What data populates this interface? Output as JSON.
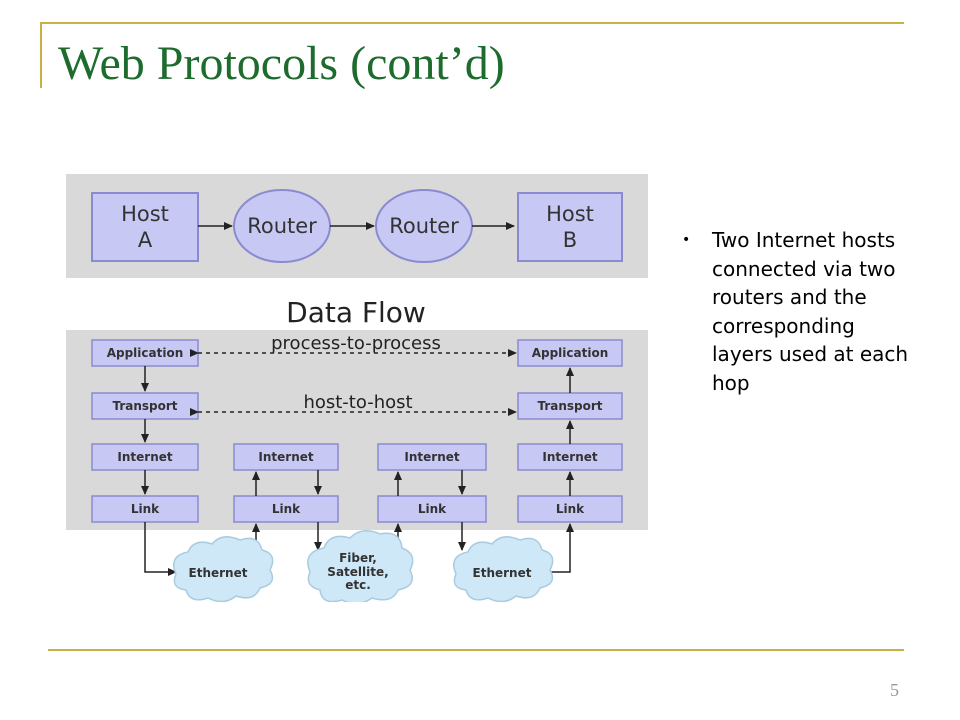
{
  "slide": {
    "title": "Web Protocols (cont’d)",
    "page_number": "5",
    "bullet": "Two Internet hosts connected via two routers and the corresponding layers used at each hop"
  },
  "diagram": {
    "topology": {
      "host_a": [
        "Host",
        "A"
      ],
      "router_1": "Router",
      "router_2": "Router",
      "host_b": [
        "Host",
        "B"
      ]
    },
    "data_flow_title": "Data Flow",
    "process_label": "process-to-process",
    "host_label": "host-to-host",
    "stack_left": [
      "Application",
      "Transport",
      "Internet",
      "Link"
    ],
    "stack_right": [
      "Application",
      "Transport",
      "Internet",
      "Link"
    ],
    "router_stack": [
      "Internet",
      "Link"
    ],
    "clouds": {
      "ethernet_left": "Ethernet",
      "fiber": [
        "Fiber,",
        "Satellite,",
        "etc."
      ],
      "ethernet_right": "Ethernet"
    }
  },
  "colors": {
    "title": "#1e6b2e",
    "accent_line": "#c9b14a",
    "panel": "#d9d9d9",
    "box_fill": "#c8c8f4",
    "box_stroke": "#8a8ad0",
    "cloud_fill": "#cfe8f7"
  }
}
